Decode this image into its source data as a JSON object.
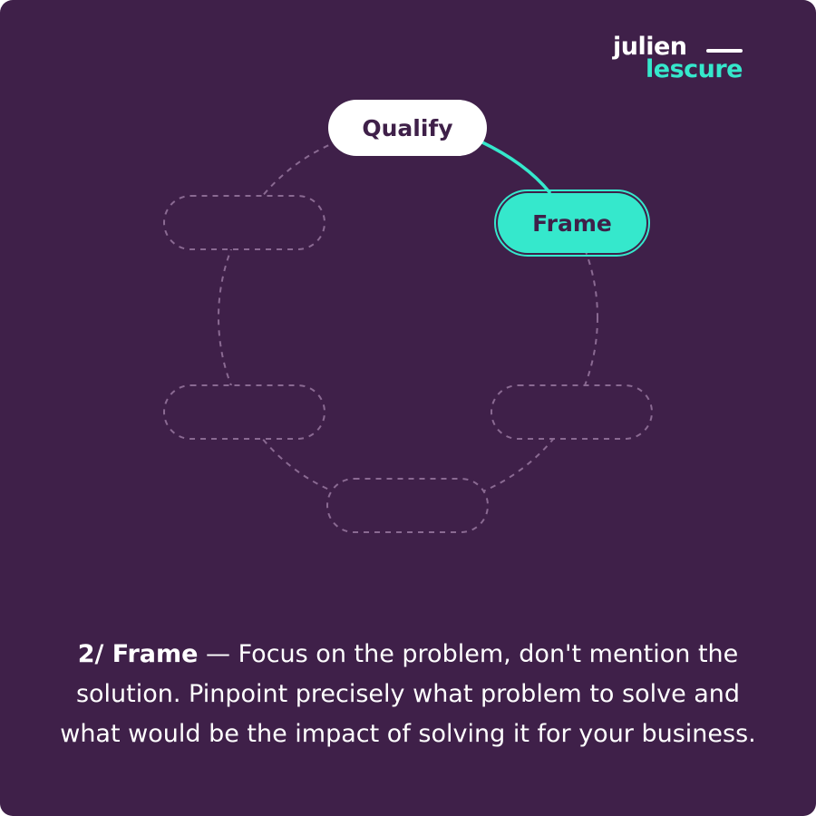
{
  "logo": {
    "line1": "julien",
    "line2": "lescure"
  },
  "diagram": {
    "steps": [
      {
        "label": "Qualify",
        "state": "visited"
      },
      {
        "label": "Frame",
        "state": "active"
      },
      {
        "label": "",
        "state": "placeholder"
      },
      {
        "label": "",
        "state": "placeholder"
      },
      {
        "label": "",
        "state": "placeholder"
      },
      {
        "label": "",
        "state": "placeholder"
      }
    ]
  },
  "caption": {
    "lead": "2/ Frame",
    "text": " — Focus on the problem, don't mention the solution. Pinpoint precisely what problem to solve and what would be the impact of solving it for your business."
  },
  "colors": {
    "background": "#3f2049",
    "accent": "#35e8cc",
    "white": "#ffffff",
    "dashed": "#8a6a92"
  }
}
